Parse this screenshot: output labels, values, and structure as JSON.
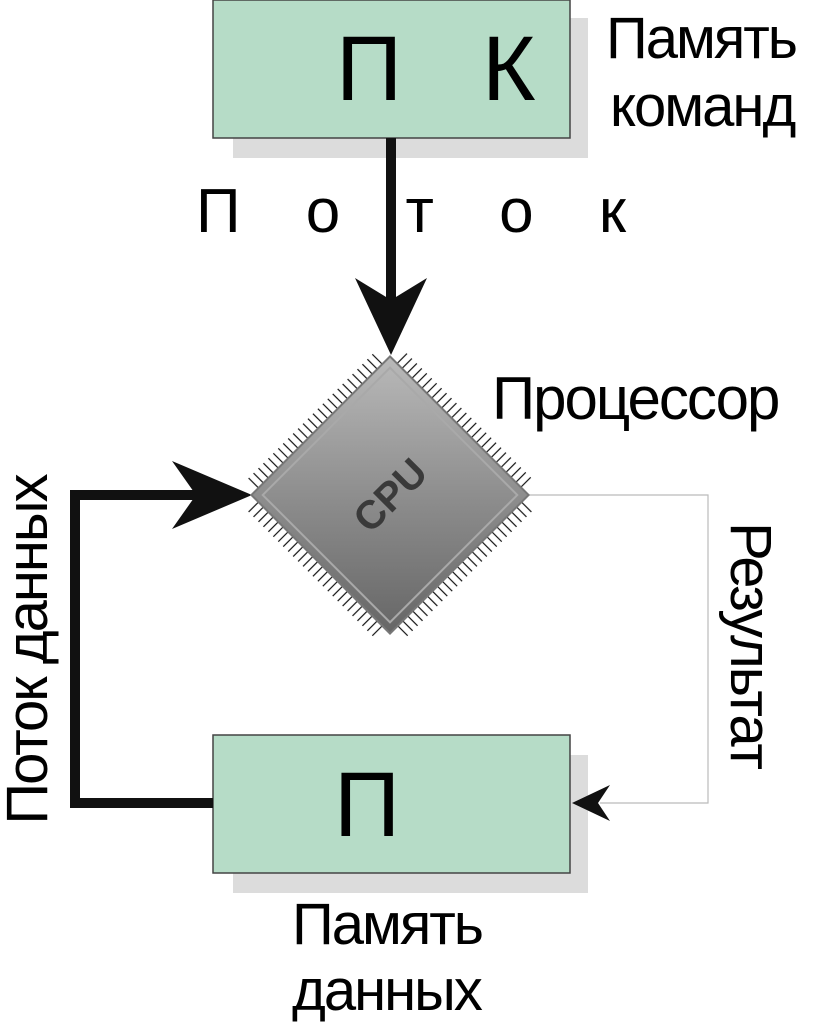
{
  "program_memory": {
    "letter_1": "П",
    "letter_2": "К",
    "caption_line1": "Память",
    "caption_line2": "команд"
  },
  "instruction_stream": {
    "label": "П о т о к"
  },
  "processor": {
    "chip_text": "CPU",
    "label": "Процессор"
  },
  "data_stream": {
    "label": "Поток данных"
  },
  "result": {
    "label": "Результат"
  },
  "data_memory": {
    "letter": "П",
    "caption_line1": "Память",
    "caption_line2": "данных"
  },
  "colors": {
    "box_fill": "#b6dcc7",
    "box_shadow": "#dcdcdc",
    "arrow": "#111111",
    "chip": "#8a8a8a"
  }
}
